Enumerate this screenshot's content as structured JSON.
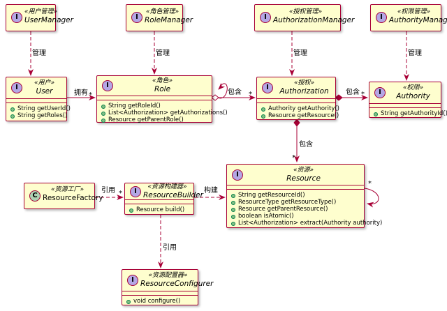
{
  "colors": {
    "class_fill": "#FEFECE",
    "border": "#A80036",
    "interface_circle": "#B4A7E5",
    "class_circle": "#ADD1B2",
    "method_dot": "#84BE84"
  },
  "classes": {
    "user_manager": {
      "kind": "I",
      "stereotype": "«用户管理»",
      "name": "UserManager",
      "methods": []
    },
    "role_manager": {
      "kind": "I",
      "stereotype": "«角色管理»",
      "name": "RoleManager",
      "methods": []
    },
    "authorization_manager": {
      "kind": "I",
      "stereotype": "«授权管理»",
      "name": "AuthorizationManager",
      "methods": []
    },
    "authority_manager": {
      "kind": "I",
      "stereotype": "«权限管理»",
      "name": "AuthorityManager",
      "methods": []
    },
    "user": {
      "kind": "I",
      "stereotype": "«用户»",
      "name": "User",
      "methods": [
        "String getUserId()",
        "String getRoles()"
      ]
    },
    "role": {
      "kind": "I",
      "stereotype": "«角色»",
      "name": "Role",
      "methods": [
        "String getRoleId()",
        "List<Authorization> getAuthorizations()",
        "Resource getParentRole()"
      ]
    },
    "authorization": {
      "kind": "I",
      "stereotype": "«授权»",
      "name": "Authorization",
      "methods": [
        "Authority getAuthority()",
        "Resource getResource()"
      ]
    },
    "authority": {
      "kind": "I",
      "stereotype": "«权限»",
      "name": "Authority",
      "methods": [
        "String getAuthorityId()"
      ]
    },
    "resource": {
      "kind": "I",
      "stereotype": "«资源»",
      "name": "Resource",
      "methods": [
        "String getResourceId()",
        "ResourceType getResourceType()",
        "Resource getParentResource()",
        "boolean isAtomic()",
        "List<Authorization> extract(Authority authority)"
      ]
    },
    "resource_factory": {
      "kind": "C",
      "stereotype": "«资源工厂»",
      "name": "ResourceFactory",
      "methods": []
    },
    "resource_builder": {
      "kind": "I",
      "stereotype": "«资源构建器»",
      "name": "ResourceBuilder",
      "methods": [
        "Resource build()"
      ]
    },
    "resource_configurer": {
      "kind": "I",
      "stereotype": "«资源配置器»",
      "name": "ResourceConfigurer",
      "methods": [
        "void configure()"
      ]
    }
  },
  "edge_labels": {
    "manage_user": "管理",
    "manage_role": "管理",
    "manage_authorization": "管理",
    "manage_authority": "管理",
    "user_role": "拥有",
    "role_self": "包含",
    "role_authorization": "包含",
    "authorization_authority": "包含",
    "authorization_resource": "包含",
    "factory_builder": "引用",
    "builder_resource": "构建",
    "builder_configurer": "引用"
  },
  "multiplicity": "*"
}
